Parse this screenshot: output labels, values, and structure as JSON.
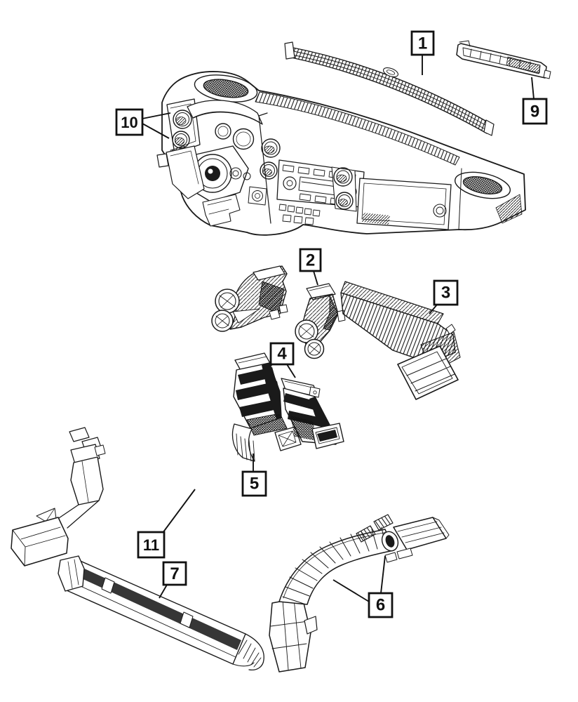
{
  "canvas": {
    "background": "#ffffff",
    "line_color": "#1a1a1a"
  },
  "callouts": {
    "n1": {
      "label": "1"
    },
    "n2": {
      "label": "2"
    },
    "n3": {
      "label": "3"
    },
    "n4": {
      "label": "4"
    },
    "n5": {
      "label": "5"
    },
    "n6": {
      "label": "6"
    },
    "n7": {
      "label": "7"
    },
    "n9": {
      "label": "9"
    },
    "n10": {
      "label": "10"
    },
    "n11": {
      "label": "11"
    }
  }
}
